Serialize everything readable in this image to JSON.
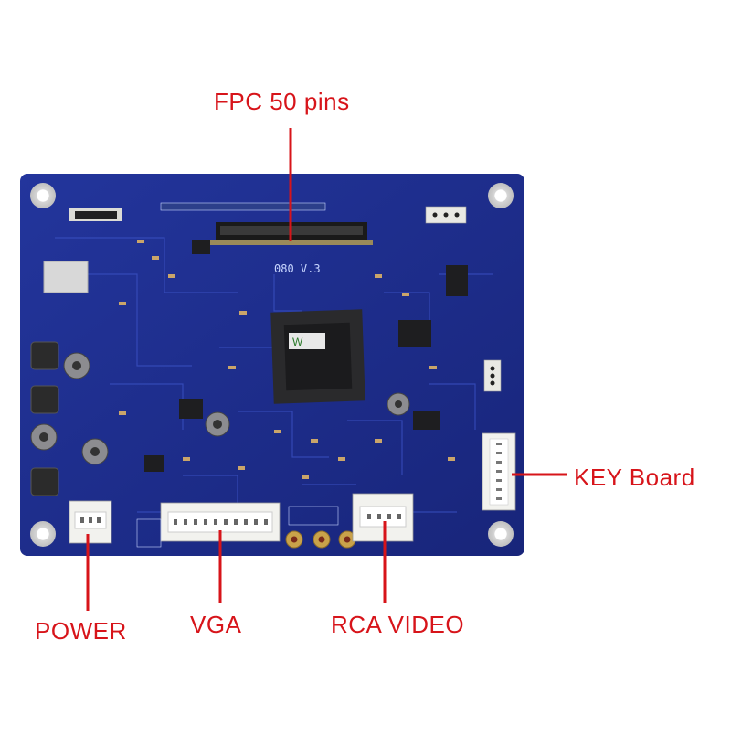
{
  "image": {
    "board": {
      "marking": "080 V.3",
      "chip_brand": "W"
    },
    "connectors": [
      {
        "id": "fpc",
        "label": "FPC 50 pins"
      },
      {
        "id": "key",
        "label": "KEY Board"
      },
      {
        "id": "power",
        "label": "POWER"
      },
      {
        "id": "vga",
        "label": "VGA"
      },
      {
        "id": "rca",
        "label": "RCA VIDEO"
      }
    ]
  },
  "colors": {
    "pcb": "#1f2f8f",
    "pcb_dark": "#14206a",
    "label": "#d7141a",
    "connector": "#f2f2ee",
    "gold": "#c9a24a"
  }
}
